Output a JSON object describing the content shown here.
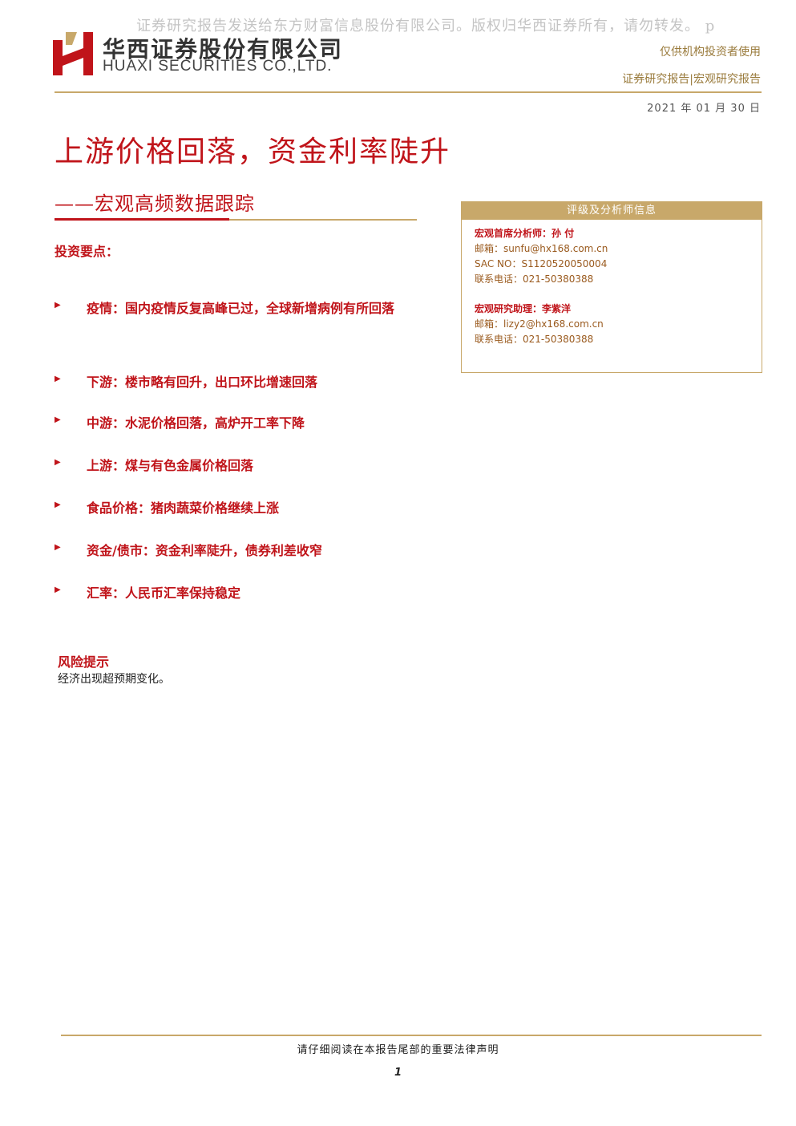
{
  "watermark": "证券研究报告发送给东方财富信息股份有限公司。版权归华西证券所有，请勿转发。 p",
  "logo": {
    "name_cn": "华西证券股份有限公司",
    "name_en": "HUAXI SECURITIES CO.,LTD.",
    "colors": {
      "red": "#c0141a",
      "gold": "#c8a86a"
    }
  },
  "header": {
    "audience": "仅供机构投资者使用",
    "report_type": "证券研究报告|宏观研究报告",
    "date": "2021 年 01 月 30 日"
  },
  "title": "上游价格回落，资金利率陡升",
  "subtitle": "——宏观高频数据跟踪",
  "key_points": {
    "heading": "投资要点：",
    "items": [
      {
        "text": "疫情：国内疫情反复高峰已过，全球新增病例有所回落"
      },
      {
        "text": "下游：楼市略有回升，出口环比增速回落"
      },
      {
        "text": "中游：水泥价格回落，高炉开工率下降"
      },
      {
        "text": "上游：煤与有色金属价格回落"
      },
      {
        "text": "食品价格：猪肉蔬菜价格继续上涨"
      },
      {
        "text": "资金/债市：资金利率陡升，债券利差收窄"
      },
      {
        "text": "汇率：人民币汇率保持稳定"
      }
    ]
  },
  "risk": {
    "heading": "风险提示",
    "text": "经济出现超预期变化。"
  },
  "analyst_panel": {
    "heading": "评级及分析师信息",
    "analysts": [
      {
        "role_name": "宏观首席分析师：孙 付",
        "email": "邮箱：sunfu@hx168.com.cn",
        "sac": "SAC NO：S1120520050004",
        "phone": "联系电话：021-50380388"
      },
      {
        "role_name": "宏观研究助理：李紫洋",
        "email": "邮箱：lizy2@hx168.com.cn",
        "phone": "联系电话：021-50380388"
      }
    ]
  },
  "footer": {
    "notice": "请仔细阅读在本报告尾部的重要法律声明",
    "page": "1"
  }
}
